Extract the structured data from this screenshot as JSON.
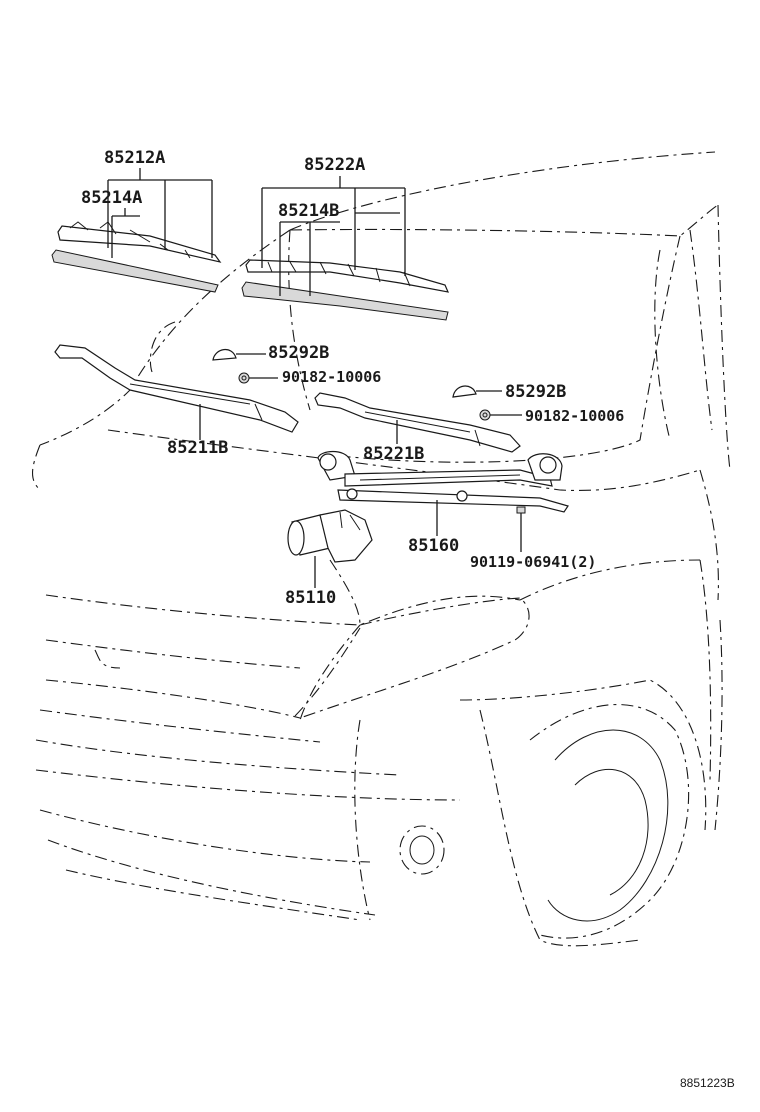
{
  "labels": {
    "p85212A": "85212A",
    "p85214A": "85214A",
    "p85222A": "85222A",
    "p85214B": "85214B",
    "p85292B_left": "85292B",
    "p90182_left": "90182-10006",
    "p85292B_right": "85292B",
    "p90182_right": "90182-10006",
    "p85211B": "85211B",
    "p85221B": "85221B",
    "p85160": "85160",
    "p90119": "90119-06941(2)",
    "p85110": "85110"
  },
  "reference": "8851223B"
}
